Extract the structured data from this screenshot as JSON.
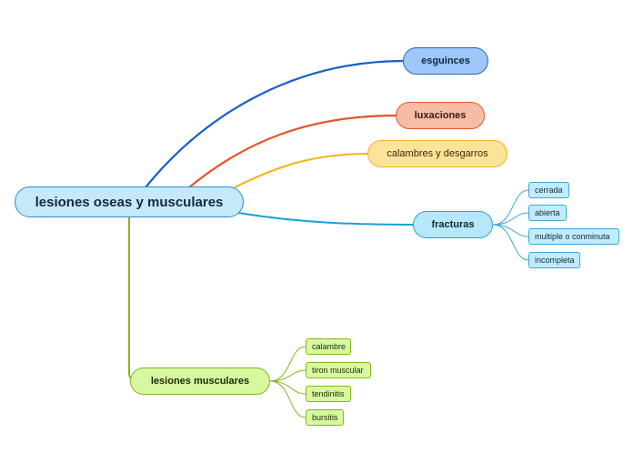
{
  "root": {
    "label": "lesiones oseas y musculares"
  },
  "branches": {
    "esguinces": {
      "label": "esguinces",
      "color": "#1a5fc8"
    },
    "luxaciones": {
      "label": "luxaciones",
      "color": "#e5562a"
    },
    "calambres": {
      "label": "calambres y desgarros",
      "color": "#f7b217"
    },
    "fracturas": {
      "label": "fracturas",
      "color": "#18a0dc",
      "children": [
        "cerrada",
        "abierta",
        "multiple o conminuta",
        "incompleta"
      ]
    },
    "lesiones_musculares": {
      "label": "lesiones musculares",
      "color": "#84b71c",
      "children": [
        "calambre",
        "tiron muscular",
        "tendinitis",
        "bursitis"
      ]
    }
  }
}
